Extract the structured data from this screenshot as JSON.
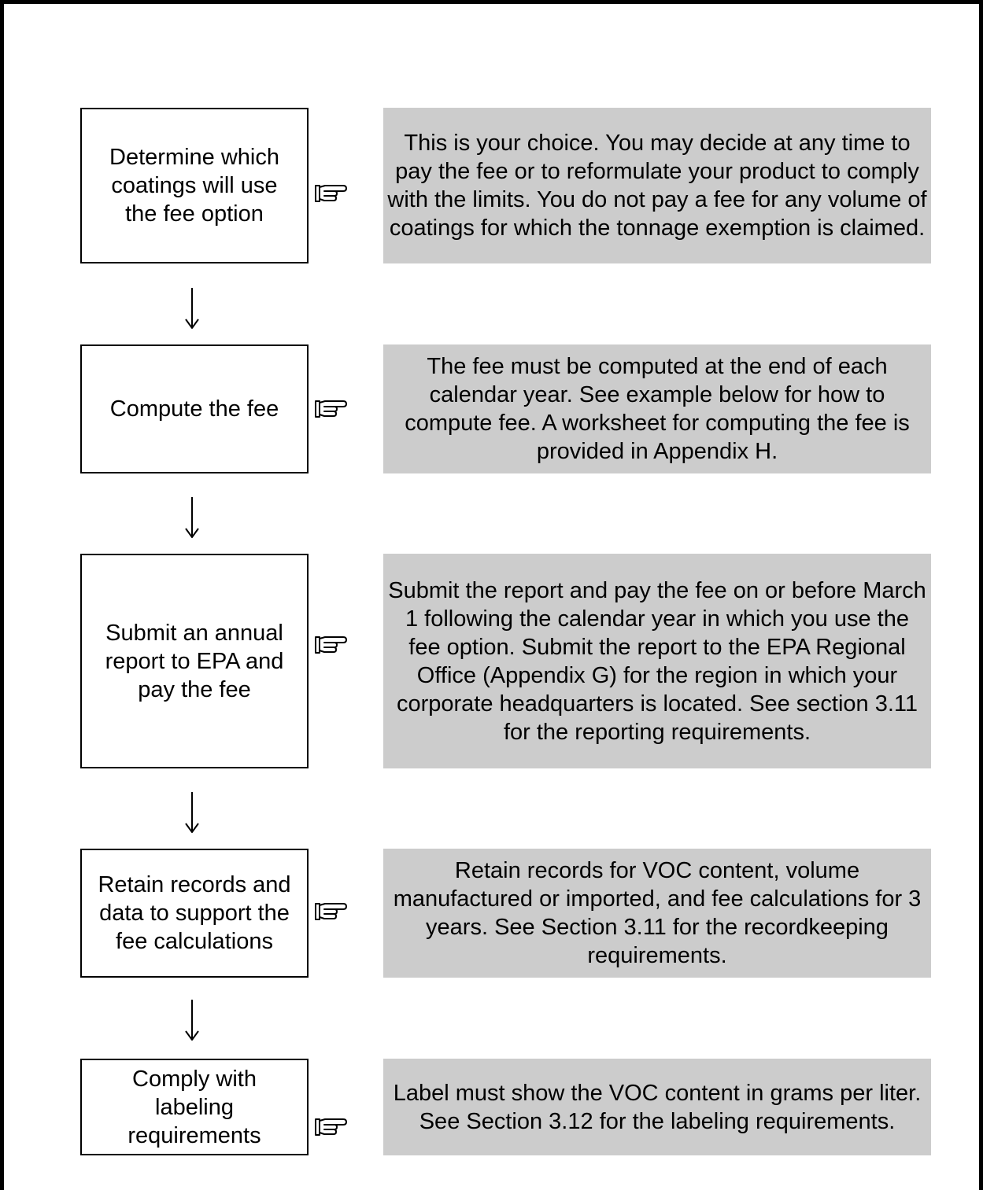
{
  "steps": [
    {
      "label": "Determine which coatings will use the fee option",
      "lines": [
        "Determine which",
        "coatings will use",
        "the fee option"
      ],
      "note": "This is your choice.  You may decide at any time to pay the fee or to reformulate your product to comply with the limits.  You do not pay a fee for any volume of coatings for which the tonnage exemption is claimed.",
      "note_lines": [
        "This is your choice.  You may decide at any",
        "time to pay the fee or to reformulate your",
        "product to comply with the limits.  You do not",
        "pay a fee for any volume of coatings for which",
        "the tonnage exemption is claimed."
      ]
    },
    {
      "label": "Compute the fee",
      "lines": [
        "Compute the fee"
      ],
      "note": "The fee must be computed at the end of each calendar year.  See example below for how to compute fee.  A worksheet for computing the fee is provided in Appendix H.",
      "note_lines": [
        "The fee must be computed at the end of",
        "each calendar year.  See example below for",
        "how to compute fee.  A worksheet for",
        "computing the fee is provided in Appendix H."
      ]
    },
    {
      "label": "Submit an annual report to EPA and pay the fee",
      "lines": [
        "Submit an annual",
        "report to EPA and",
        "pay the fee"
      ],
      "note": "Submit the report and pay the fee on or before March 1 following the calendar year in which you use the fee option.  Submit the report to the EPA Regional Office (Appendix G) for the region in which your corporate headquarters is located.  See section 3.11 for the reporting requirements.",
      "note_lines": [
        "Submit the report and pay the fee on or before",
        "March 1 following the calendar year in which",
        "you use the fee option.  Submit the report to the",
        "EPA Regional Office (Appendix G) for the",
        "region in which your corporate headquarters is",
        "located.  See section 3.11 for the reporting",
        "requirements."
      ]
    },
    {
      "label": "Retain records and data to support the fee calculations",
      "lines": [
        "Retain records and",
        "data to support the",
        "fee calculations"
      ],
      "note": "Retain records for VOC content, volume manufactured or imported, and fee calculations for 3 years.  See Section 3.11 for the recordkeeping requirements.",
      "note_lines": [
        "Retain records for VOC content, volume",
        "manufactured or imported, and fee calculations",
        "for 3 years.  See Section 3.11 for the",
        "recordkeeping requirements."
      ]
    },
    {
      "label": "Comply with labeling requirements",
      "lines": [
        "Comply with",
        "labeling",
        "requirements"
      ],
      "note": "Label must show the VOC content in grams per liter.  See Section 3.12 for the labeling requirements.",
      "note_lines": [
        "Label must show the VOC",
        "content in grams per liter.  See Section 3.12 for",
        "the labeling requirements."
      ]
    }
  ],
  "pointer_icon": "pointing-hand-icon",
  "arrow_icon": "down-arrow-icon",
  "colors": {
    "note_bg": "#cccccc",
    "border": "#000000",
    "background": "#ffffff"
  }
}
